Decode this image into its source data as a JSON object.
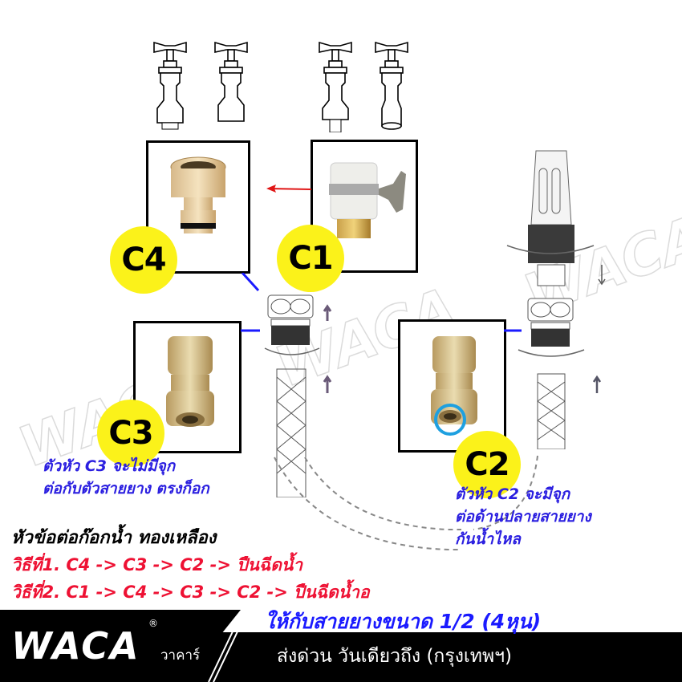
{
  "badges": {
    "c1": "C1",
    "c2": "C2",
    "c3": "C3",
    "c4": "C4"
  },
  "notes": {
    "c3_line1": "ตัวหัว C3 จะไม่มีจุก",
    "c3_line2": "ต่อกับตัวสายยาง ตรงก็อก",
    "c2_line1": "ตัวหัว C2 จะมีจุก",
    "c2_line2": "ต่อด้านปลายสายยาง",
    "c2_line3": "กันน้ำไหล"
  },
  "heading": "หัวข้อต่อก๊อกน้ำ ทองเหลือง",
  "methods": [
    "วิธีที่1. C4 -> C3 -> C2 -> ปืนฉีดน้ำ",
    "วิธีที่2. C1 -> C4 -> C3 -> C2 -> ปืนฉีดน้ำอ"
  ],
  "banner": {
    "logo": "WACA",
    "registered": "®",
    "logo_thai": "วาคาร์",
    "size_text": "ให้กับสายยางขนาด 1/2 (4หุน)",
    "delivery_text": "ส่งด่วน วันเดียวถึง (กรุงเทพฯ)"
  },
  "watermark": "WACA",
  "colors": {
    "badge": "#fbf21a",
    "note_blue": "#2a1ee0",
    "method_red": "#ee1133",
    "size_blue": "#1a1aff",
    "highlight_ring": "#1ea0e0",
    "brass": "#c9b177"
  }
}
